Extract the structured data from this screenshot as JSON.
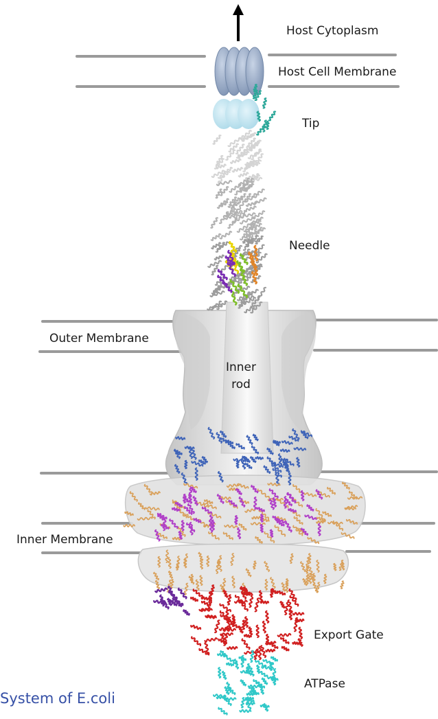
{
  "labels": {
    "host_cytoplasm": "Host Cytoplasm",
    "host_cell_membrane": "Host Cell Membrane",
    "tip": "Tip",
    "needle": "Needle",
    "outer_membrane": "Outer Membrane",
    "inner_rod_line1": "Inner",
    "inner_rod_line2": "rod",
    "inner_membrane": "Inner Membrane",
    "export_gate": "Export Gate",
    "atpase": "ATPase"
  },
  "caption": "System of E.coli",
  "colors": {
    "membrane_line": "#9a9a9a",
    "host_membrane_disc": "#9fb3cf",
    "tip_disc": "#bfe4f0",
    "tip_protein": "#2ea89a",
    "needle_helix": "#a8a8a8",
    "highlight_yellow": "#e8d400",
    "highlight_green": "#7fbf2a",
    "highlight_orange": "#e0852a",
    "highlight_purple": "#7a2db3",
    "envelope_surface": "#d8d8d8",
    "ring_blue": "#3f64b8",
    "ring_tan": "#d9a05a",
    "ring_magenta": "#b040c8",
    "export_red": "#d02020",
    "export_purple": "#6a2a9a",
    "atpase_cyan": "#30c8c8",
    "caption_text": "#3650a6"
  },
  "icons": {
    "direction_arrow": "up-arrow-icon"
  }
}
